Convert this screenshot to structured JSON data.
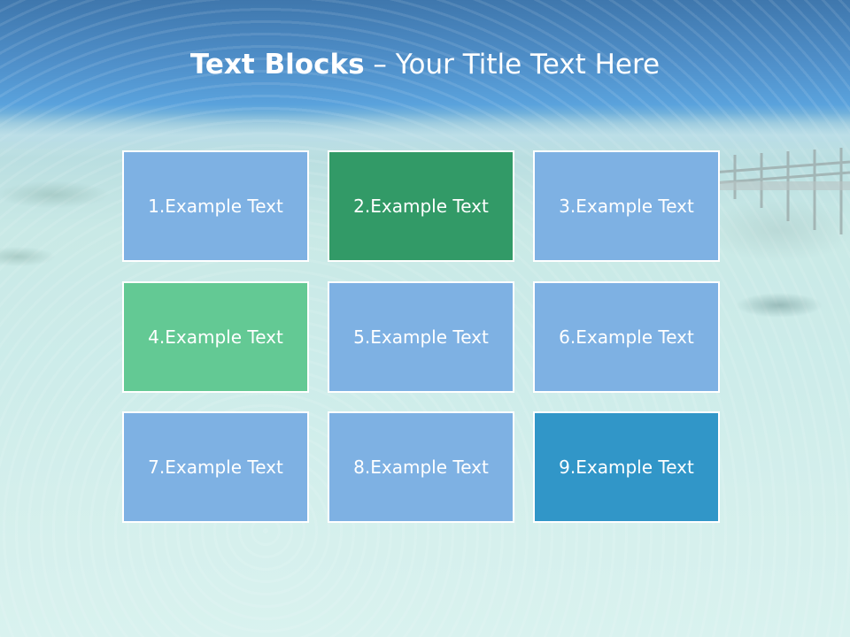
{
  "slide": {
    "title_bold": "Text Blocks",
    "title_dash": " – ",
    "title_rest": "Your Title Text Here"
  },
  "colors": {
    "blue": "#7eb1e3",
    "dark_green": "#329a67",
    "light_green": "#63c994",
    "teal_blue": "#3196c8"
  },
  "blocks": [
    {
      "label": "1.Example Text",
      "color": "#7eb1e3"
    },
    {
      "label": "2.Example Text",
      "color": "#329a67"
    },
    {
      "label": "3.Example Text",
      "color": "#7eb1e3"
    },
    {
      "label": "4.Example Text",
      "color": "#63c994"
    },
    {
      "label": "5.Example Text",
      "color": "#7eb1e3"
    },
    {
      "label": "6.Example Text",
      "color": "#7eb1e3"
    },
    {
      "label": "7.Example Text",
      "color": "#7eb1e3"
    },
    {
      "label": "8.Example Text",
      "color": "#7eb1e3"
    },
    {
      "label": "9.Example Text",
      "color": "#3196c8"
    }
  ]
}
